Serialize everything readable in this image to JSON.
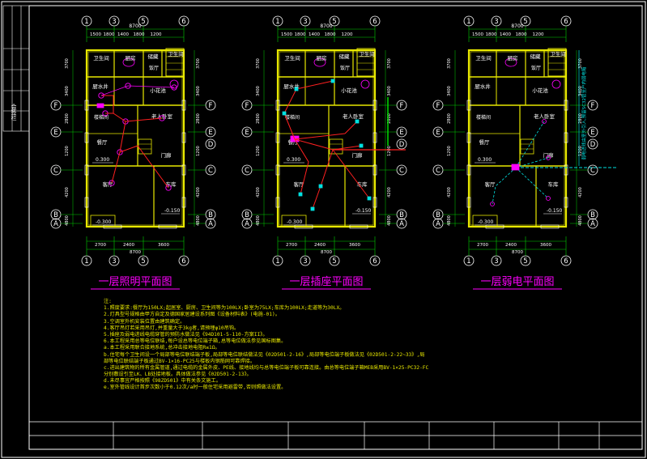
{
  "side_label": "会签栏",
  "plans": [
    {
      "id": "lighting",
      "title": "一层照明平面图",
      "top_dims": [
        "1500",
        "1800",
        "1400",
        "1800",
        "1200"
      ],
      "top_total": "8700",
      "bottom_dims": [
        "2700",
        "2400",
        "3600"
      ],
      "bottom_total": "8700",
      "rooms": {
        "wc1": "卫生间",
        "wc2": "卫生间",
        "stair": "楼梯间",
        "kitchen": "厨房",
        "storage": "储藏",
        "water": "厨水井",
        "small": "小花池",
        "bed": "老人卧室",
        "dining": "餐厅",
        "hall": "门廊",
        "living": "客厅",
        "garage": "车库",
        "dining2": "饭厅"
      },
      "levels": [
        "0.300",
        "-0.150",
        "-0.300"
      ]
    },
    {
      "id": "sockets",
      "title": "一层插座平面图",
      "top_dims": [
        "1500",
        "1800",
        "1400",
        "1800",
        "1200"
      ],
      "top_total": "8700",
      "bottom_dims": [
        "2700",
        "2400",
        "3600"
      ],
      "bottom_total": "8700",
      "rooms": {
        "wc1": "卫生间",
        "wc2": "卫生间",
        "stair": "楼梯间",
        "kitchen": "厨房",
        "storage": "储藏",
        "water": "厨水井",
        "small": "小花池",
        "bed": "老人卧室",
        "dining": "餐厅",
        "hall": "门廊",
        "living": "客厅",
        "garage": "车库",
        "dining2": "饭厅"
      },
      "levels": [
        "0.300",
        "-0.150",
        "-0.300"
      ]
    },
    {
      "id": "weak",
      "title": "一层弱电平面图",
      "top_dims": [
        "1500",
        "1800",
        "1400",
        "1800",
        "1200"
      ],
      "top_total": "8700",
      "bottom_dims": [
        "2700",
        "2400",
        "3600"
      ],
      "bottom_total": "8700",
      "rooms": {
        "wc1": "卫生间",
        "wc2": "卫生间",
        "stair": "楼梯间",
        "kitchen": "厨房",
        "storage": "储藏",
        "water": "厨水井",
        "small": "小花池",
        "bed": "老人卧室",
        "dining": "餐厅",
        "hall": "门廊",
        "living": "客厅",
        "garage": "车库",
        "dining2": "饭厅"
      },
      "levels": [
        "0.300",
        "-0.150",
        "-0.300"
      ]
    }
  ],
  "col_axes": [
    "1",
    "3",
    "5",
    "6"
  ],
  "row_axes": [
    "F",
    "E",
    "D",
    "C",
    "B",
    "A"
  ],
  "left_dims": [
    "3700",
    "3400",
    "2800",
    "1200",
    "4200",
    "4800"
  ],
  "weak_note": "弱电进线由室外引入,预留SC32管至户内弱电箱",
  "notes_title": "注:",
  "notes": [
    "1.照度要求:餐厅为150LX;起居室、厨房、卫生间等为100LX;卧室为75LX;车库为100LX;走道等为30LX。",
    "2.灯具型号规格由甲方自定及德国家居建设系列图《设备材料表》(电施-01)。",
    "3.空调室外机安装位置由建筑确定。",
    "4.客厅吊灯若采用吊灯,并重量大于3kg者,请预埋φ10吊钩。",
    "5.插座及弱电进线电缆穿管的预防水做法见《94D101-5-110-方案II》。",
    "6.本工程采用总等电位联结,每户设总等电位端子箱,总等电位做法参见国标图集。",
    "a.本工程采用联合接地系统,总冲击接地电阻R≤1Ω。",
    "b.住宅每个卫生间设一个局部等电位联结端子板,局部等电位联结做法见《02D501-2-16》,局部等电位端子板做法见《02D501-2-22~33》,局",
    "  部等电位联结端子板通过BV-1×16-PC25与楼板内钢筋网可靠焊接。",
    "c.进出建筑物的所有金属管道,通过电缆的金属外皮、PE线、接地线均与总等电位端子板可靠连接。由总等电位端子箱MEB采用BV-1×25-PC32-FC",
    "  分别敷设引至LK、LB处接地板。具体做法参见《02D501-2-13》。",
    "d.未尽事宜严格按照《98ZD501》中有关条文施工。",
    "e.室外管线设计首步次数小于0.12次/a时一般住宅采用避雷带,否则照做法设置。"
  ],
  "colors": {
    "wall": "#e8e800",
    "grid": "#00d000",
    "magenta": "#ff00ff",
    "cyan": "#00e0e0",
    "red": "#ff2020",
    "white": "#ffffff"
  }
}
